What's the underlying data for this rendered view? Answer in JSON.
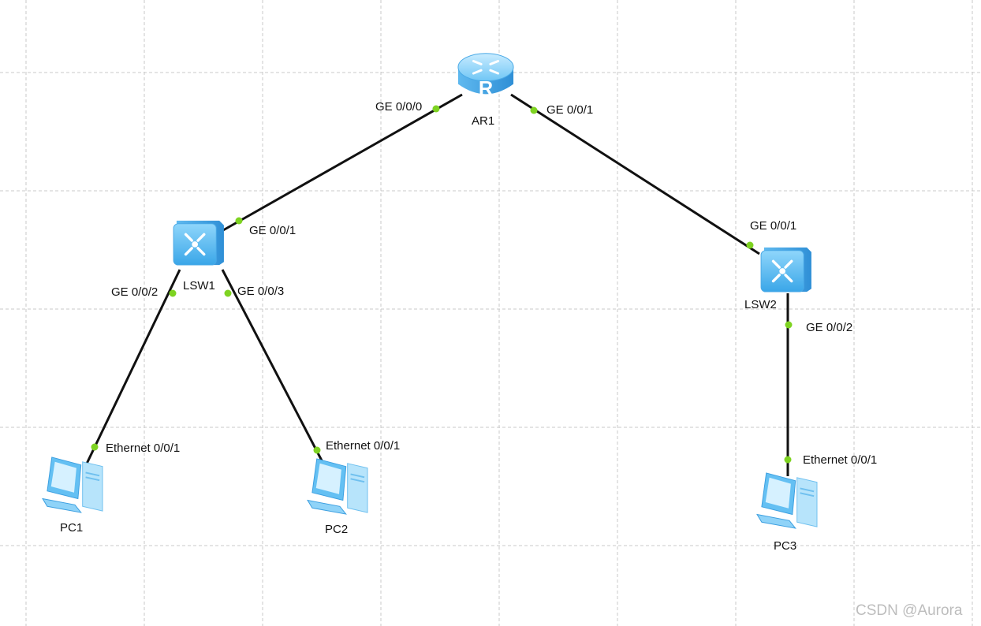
{
  "devices": {
    "ar1": {
      "name": "AR1",
      "kind": "router",
      "icon": "router-icon"
    },
    "lsw1": {
      "name": "LSW1",
      "kind": "switch",
      "icon": "switch-icon"
    },
    "lsw2": {
      "name": "LSW2",
      "kind": "switch",
      "icon": "switch-icon"
    },
    "pc1": {
      "name": "PC1",
      "kind": "pc",
      "icon": "pc-icon"
    },
    "pc2": {
      "name": "PC2",
      "kind": "pc",
      "icon": "pc-icon"
    },
    "pc3": {
      "name": "PC3",
      "kind": "pc",
      "icon": "pc-icon"
    }
  },
  "links": [
    {
      "from": "AR1",
      "from_port": "GE 0/0/0",
      "to": "LSW1",
      "to_port": "GE 0/0/1"
    },
    {
      "from": "AR1",
      "from_port": "GE 0/0/1",
      "to": "LSW2",
      "to_port": "GE 0/0/1"
    },
    {
      "from": "LSW1",
      "from_port": "GE 0/0/2",
      "to": "PC1",
      "to_port": "Ethernet 0/0/1"
    },
    {
      "from": "LSW1",
      "from_port": "GE 0/0/3",
      "to": "PC2",
      "to_port": "Ethernet 0/0/1"
    },
    {
      "from": "LSW2",
      "from_port": "GE 0/0/2",
      "to": "PC3",
      "to_port": "Ethernet 0/0/1"
    }
  ],
  "colors": {
    "link": "#111111",
    "port_dot": "#7ed321",
    "device_body": "#5bbcf0",
    "grid": "#c8c8c8"
  },
  "watermark": "CSDN @Aurora"
}
